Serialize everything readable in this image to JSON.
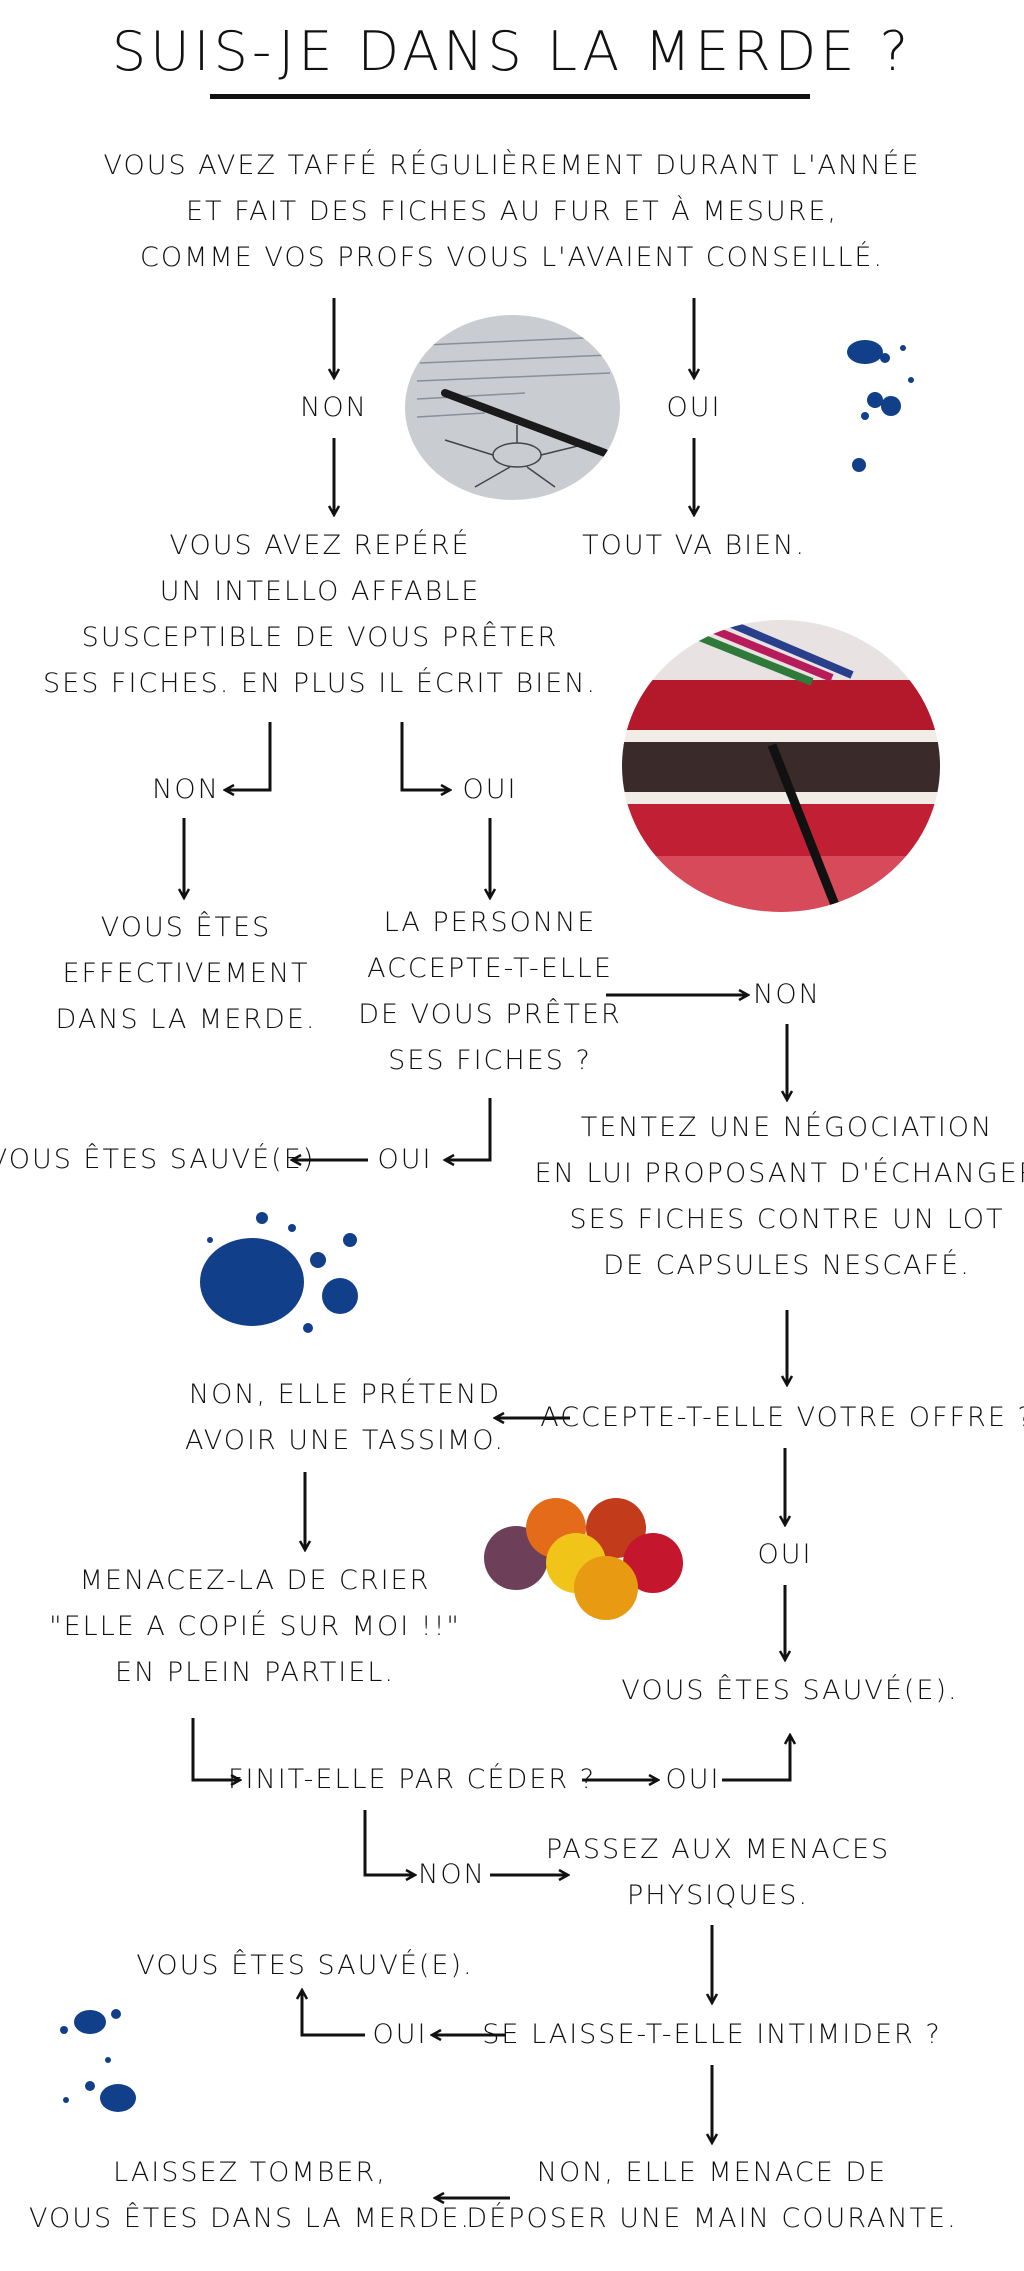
{
  "title": "Suis-je dans la merde ?",
  "colors": {
    "ink": "#111111",
    "splash": "#123f8a"
  },
  "nodes": {
    "q1": [
      "Vous avez taffé régulièrement durant l'année",
      "et fait des fiches au fur et à mesure,",
      "comme vos profs vous l'avaient conseillé."
    ],
    "non1": "Non",
    "oui1": "Oui",
    "tout_va_bien": "Tout va bien.",
    "q2": [
      "Vous avez repéré",
      "un intello affable",
      "susceptible de vous prêter",
      "ses fiches. En plus il écrit bien."
    ],
    "non2": "Non",
    "oui2": "Oui",
    "merde1": [
      "Vous êtes",
      "effectivement",
      "dans la merde."
    ],
    "q3": [
      "La personne",
      "accepte-t-elle",
      "de vous prêter",
      "ses fiches ?"
    ],
    "non3": "Non",
    "oui3": "Oui",
    "sauve1": "Vous êtes sauvé(e)",
    "negociation": [
      "Tentez une négociation",
      "en lui proposant d'échanger",
      "ses fiches contre un lot",
      "de capsules Nescafé."
    ],
    "q4": "Accepte-t-elle votre offre ?",
    "tassimo": [
      "Non, elle prétend",
      "avoir une Tassimo."
    ],
    "oui4": "Oui",
    "sauve2": "Vous êtes sauvé(e).",
    "menacez": [
      "Menacez-la de crier",
      "\"Elle a copié sur moi !!\"",
      "en plein partiel."
    ],
    "q5": "Finit-elle par céder ?",
    "oui5": "Oui",
    "non5": "Non",
    "physiques": [
      "Passez aux menaces",
      "physiques."
    ],
    "sauve3": "Vous êtes sauvé(e).",
    "oui6": "Oui",
    "q6": "Se laisse-t-elle intimider ?",
    "laissez": [
      "Laissez tomber,",
      "vous êtes dans la merde."
    ],
    "main_courante": [
      "Non, elle menace de",
      "déposer une main courante."
    ]
  },
  "images": {
    "notes": "notes-photo-icon",
    "notebooks": "notebooks-photo-icon",
    "capsules": "coffee-capsules-icon",
    "ink_splash": "ink-splash-icon"
  }
}
